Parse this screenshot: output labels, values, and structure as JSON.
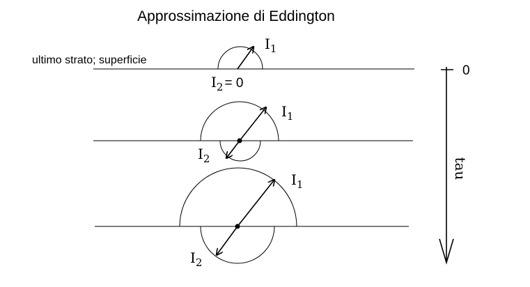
{
  "title": "Approssimazione di Eddington",
  "top_layer_label": "ultimo strato; superficie",
  "layers": [
    {
      "i1_label": "I",
      "i1_sub": "1",
      "i2_label": "I",
      "i2_sub": "2",
      "i2_suffix": "= 0"
    },
    {
      "i1_label": "I",
      "i1_sub": "1",
      "i2_label": "I",
      "i2_sub": "2",
      "i2_suffix": ""
    },
    {
      "i1_label": "I",
      "i1_sub": "1",
      "i2_label": "I",
      "i2_sub": "2",
      "i2_suffix": ""
    }
  ],
  "axis": {
    "zero_label": "0",
    "name": "tau"
  },
  "colors": {
    "line": "#000000",
    "background": "#ffffff"
  }
}
